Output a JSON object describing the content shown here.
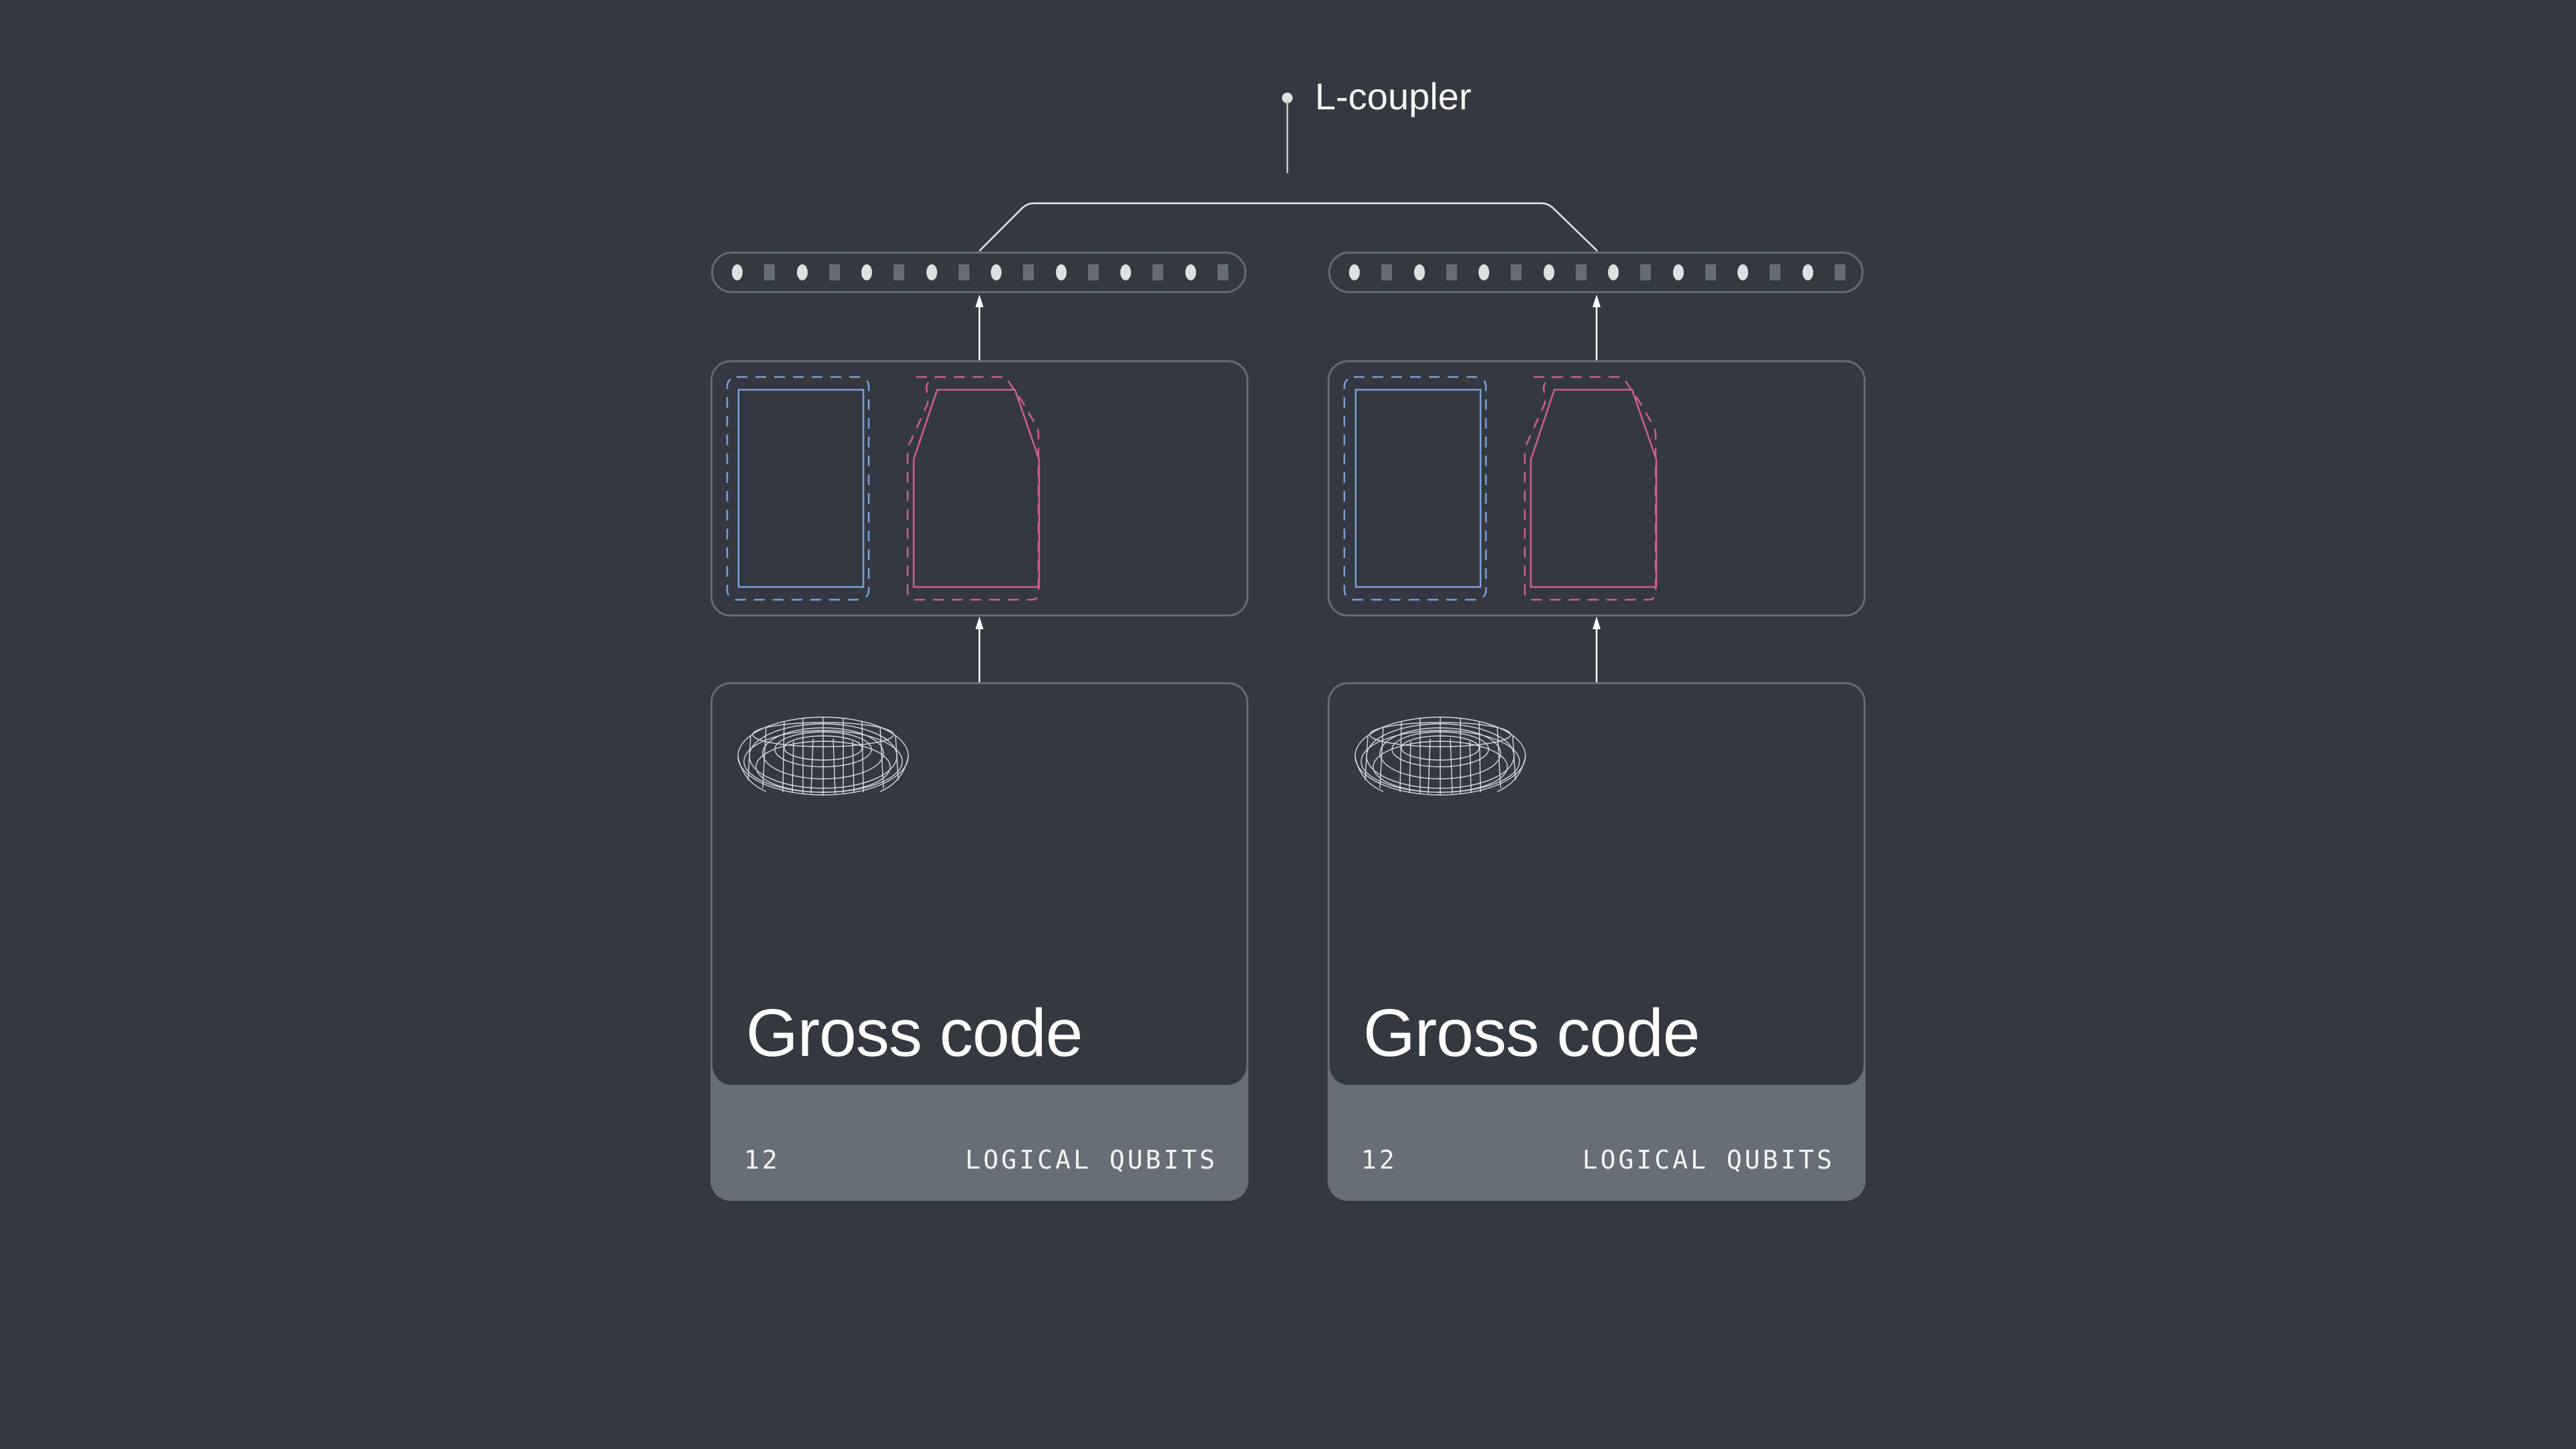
{
  "coupler": {
    "label": "L-coupler"
  },
  "columns": [
    {
      "pill": {
        "pattern": [
          "circle",
          "square",
          "circle",
          "square",
          "circle",
          "square",
          "circle",
          "square",
          "circle",
          "square",
          "circle",
          "square",
          "circle",
          "square",
          "circle",
          "square"
        ]
      },
      "module": {
        "left_shape": "rectangle",
        "left_color": "#7b9fd8",
        "right_shape": "chamfered-pentagon",
        "right_color": "#d05f8e"
      },
      "card": {
        "icon": "torus-wireframe-icon",
        "title": "Gross code",
        "count": "12",
        "unit": "LOGICAL QUBITS"
      }
    },
    {
      "pill": {
        "pattern": [
          "circle",
          "square",
          "circle",
          "square",
          "circle",
          "square",
          "circle",
          "square",
          "circle",
          "square",
          "circle",
          "square",
          "circle",
          "square",
          "circle",
          "square"
        ]
      },
      "module": {
        "left_shape": "rectangle",
        "left_color": "#7b9fd8",
        "right_shape": "chamfered-pentagon",
        "right_color": "#d05f8e"
      },
      "card": {
        "icon": "torus-wireframe-icon",
        "title": "Gross code",
        "count": "12",
        "unit": "LOGICAL QUBITS"
      }
    }
  ],
  "colors": {
    "background": "#343840",
    "border": "#646a72",
    "qubit_circle": "#dfe0e2",
    "qubit_square": "#666c75",
    "footer": "#686e77",
    "blue": "#7b9fd8",
    "pink": "#d05f8e",
    "line": "#e8e8e8"
  }
}
